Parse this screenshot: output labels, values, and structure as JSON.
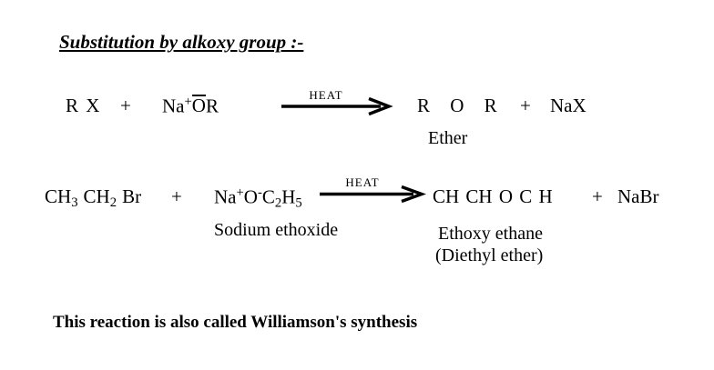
{
  "colors": {
    "ink": "#000000",
    "background": "#ffffff"
  },
  "title": "Substitution by alkoxy group :-",
  "footnote": "This reaction is also called Williamson's synthesis",
  "reaction1": {
    "reactant1": "R X",
    "plus_1": "+",
    "sodium": "Na",
    "sodium_charge": "+",
    "alkoxide_o": "O",
    "alkoxide_r": "R",
    "heat": "HEAT",
    "product": "R O R",
    "plus_2": "+",
    "byproduct": "NaX",
    "product_label": "Ether"
  },
  "reaction2": {
    "methyl": "CH",
    "methyl_sub": "3",
    "methylene": "CH",
    "methylene_sub": "2",
    "bromide": "Br",
    "plus_1": "+",
    "sodium": "Na",
    "sodium_charge": "+",
    "oxygen": "O",
    "oxygen_charge": "-",
    "carbon": "C",
    "carbon_sub": "2",
    "hydrogen": "H",
    "hydrogen_sub": "5",
    "heat": "HEAT",
    "product": "CH CH O C H",
    "plus_2": "+",
    "byproduct": "NaBr",
    "reactant_label": "Sodium ethoxide",
    "product_label_line1": "Ethoxy ethane",
    "product_label_line2": "(Diethyl ether)"
  }
}
